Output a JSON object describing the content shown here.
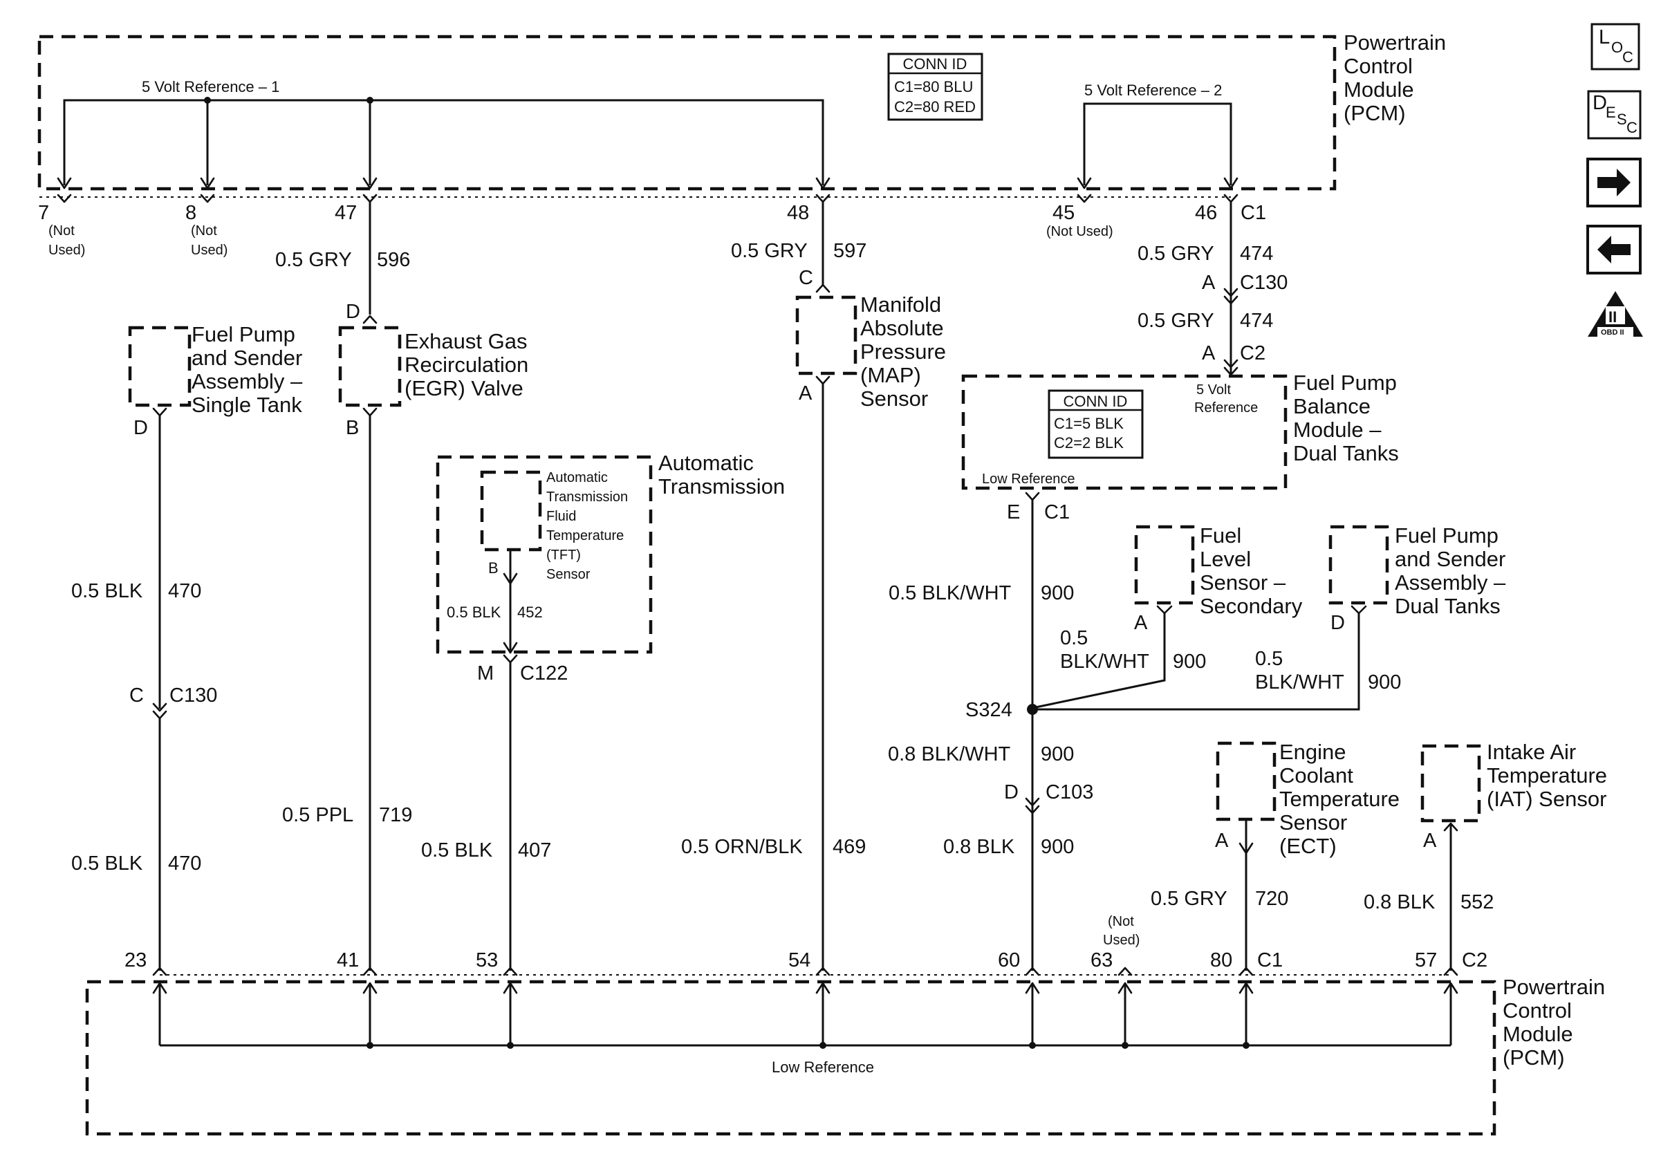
{
  "pcm_top": {
    "name": [
      "Powertrain",
      "Control",
      "Module",
      "(PCM)"
    ],
    "ref1_label": "5 Volt Reference – 1",
    "ref2_label": "5 Volt Reference – 2",
    "conn_id": {
      "title": "CONN ID",
      "lines": [
        "C1=80 BLU",
        "C2=80 RED"
      ]
    },
    "pins": {
      "p7": "7",
      "p8": "8",
      "p47": "47",
      "p48": "48",
      "p45": "45",
      "p46": "46",
      "c1": "C1"
    },
    "not_used": [
      "(Not",
      "Used)"
    ],
    "not_used_45": "(Not Used)"
  },
  "wires": {
    "w596": {
      "gauge": "0.5 GRY",
      "circuit": "596"
    },
    "w597": {
      "gauge": "0.5 GRY",
      "circuit": "597"
    },
    "w474a": {
      "gauge": "0.5 GRY",
      "circuit": "474"
    },
    "w474b": {
      "gauge": "0.5 GRY",
      "circuit": "474"
    },
    "w470a": {
      "gauge": "0.5 BLK",
      "circuit": "470"
    },
    "w470b": {
      "gauge": "0.5 BLK",
      "circuit": "470"
    },
    "w719": {
      "gauge": "0.5 PPL",
      "circuit": "719"
    },
    "w407": {
      "gauge": "0.5 BLK",
      "circuit": "407"
    },
    "w452": {
      "gauge": "0.5 BLK",
      "circuit": "452"
    },
    "w469": {
      "gauge": "0.5 ORN/BLK",
      "circuit": "469"
    },
    "w900a": {
      "gauge": "0.5 BLK/WHT",
      "circuit": "900"
    },
    "w900b": {
      "gauge": [
        "0.5",
        "BLK/WHT"
      ],
      "circuit": "900"
    },
    "w900c": {
      "gauge": [
        "0.5",
        "BLK/WHT"
      ],
      "circuit": "900"
    },
    "w900d": {
      "gauge": "0.8 BLK/WHT",
      "circuit": "900"
    },
    "w900e": {
      "gauge": "0.8 BLK",
      "circuit": "900"
    },
    "w720": {
      "gauge": "0.5 GRY",
      "circuit": "720"
    },
    "w552": {
      "gauge": "0.8 BLK",
      "circuit": "552"
    }
  },
  "connectors": {
    "c130_top": {
      "pin": "A",
      "name": "C130"
    },
    "c2_top": {
      "pin": "A",
      "name": "C2"
    },
    "c130_left": {
      "pin": "C",
      "name": "C130"
    },
    "c122": {
      "pin": "M",
      "name": "C122"
    },
    "c1_balance": {
      "pin": "E",
      "name": "C1"
    },
    "c103": {
      "pin": "D",
      "name": "C103"
    },
    "splice": "S324"
  },
  "components": {
    "fuel_pump_single": {
      "label": [
        "Fuel Pump",
        "and Sender",
        "Assembly –",
        "Single Tank"
      ],
      "pin": "D"
    },
    "egr": {
      "label": [
        "Exhaust Gas",
        "Recirculation",
        "(EGR) Valve"
      ],
      "pin_top": "D",
      "pin_bottom": "B"
    },
    "map": {
      "label": [
        "Manifold",
        "Absolute",
        "Pressure",
        "(MAP)",
        "Sensor"
      ],
      "pin_top": "C",
      "pin_bottom": "A"
    },
    "balance": {
      "label": [
        "Fuel Pump",
        "Balance",
        "Module –",
        "Dual Tanks"
      ],
      "ref_label": [
        "5 Volt",
        "Reference"
      ],
      "low_ref_label": "Low Reference",
      "conn_id": {
        "title": "CONN ID",
        "lines": [
          "C1=5 BLK",
          "C2=2 BLK"
        ]
      }
    },
    "trans": {
      "label": [
        "Automatic",
        "Transmission"
      ]
    },
    "tft": {
      "label": [
        "Automatic",
        "Transmission",
        "Fluid",
        "Temperature",
        "(TFT)",
        "Sensor"
      ],
      "pin": "B"
    },
    "fuel_level": {
      "label": [
        "Fuel",
        "Level",
        "Sensor –",
        "Secondary"
      ],
      "pin": "A"
    },
    "fuel_pump_dual": {
      "label": [
        "Fuel Pump",
        "and Sender",
        "Assembly –",
        "Dual Tanks"
      ],
      "pin": "D"
    },
    "ect": {
      "label": [
        "Engine",
        "Coolant",
        "Temperature",
        "Sensor",
        "(ECT)"
      ],
      "pin": "A"
    },
    "iat": {
      "label": [
        "Intake Air",
        "Temperature",
        "(IAT) Sensor"
      ],
      "pin": "A"
    }
  },
  "pcm_bottom": {
    "name": [
      "Powertrain",
      "Control",
      "Module",
      "(PCM)"
    ],
    "low_ref_label": "Low Reference",
    "pins": {
      "p23": "23",
      "p41": "41",
      "p53": "53",
      "p54": "54",
      "p60": "60",
      "p63": "63",
      "p80": "80",
      "c1": "C1",
      "p57": "57",
      "c2": "C2"
    },
    "not_used": [
      "(Not",
      "Used)"
    ]
  },
  "nav": {
    "loc": {
      "main": "L",
      "sub": "O",
      "sub2": "C"
    },
    "desc": {
      "main": "D",
      "sub": "E",
      "sub2": "S",
      "sub3": "C"
    },
    "next": "→",
    "prev": "←",
    "obd": {
      "roman": "II",
      "text": "OBD II"
    }
  }
}
